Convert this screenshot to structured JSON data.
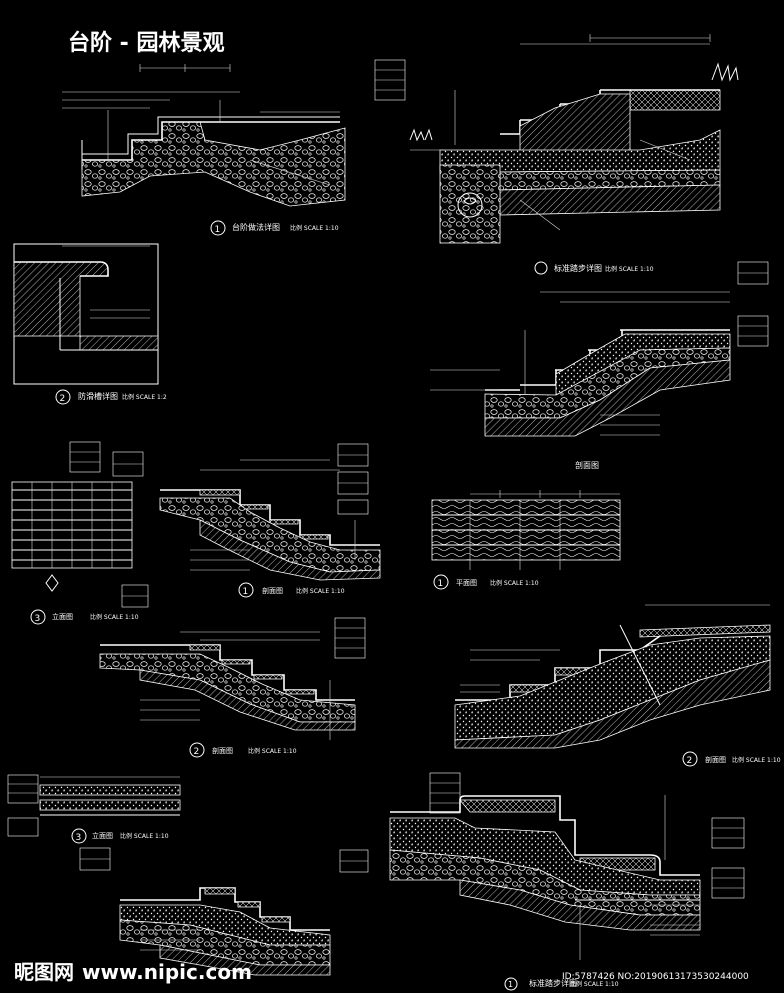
{
  "title": "台阶 - 园林景观",
  "details": [
    {
      "num": "1",
      "label": "台阶做法详图",
      "scale": "比例 SCALE 1:10"
    },
    {
      "num": "",
      "label": "标准踏步详图",
      "scale": "比例 SCALE 1:10"
    },
    {
      "num": "2",
      "label": "防滑槽详图",
      "scale": "比例 SCALE 1:2"
    },
    {
      "num": "",
      "label": "剖面图",
      "scale": ""
    },
    {
      "num": "1",
      "label": "剖面图",
      "scale": "比例 SCALE 1:10"
    },
    {
      "num": "1",
      "label": "平面图",
      "scale": "比例 SCALE 1:10"
    },
    {
      "num": "3",
      "label": "立面图",
      "scale": "比例 SCALE 1:10"
    },
    {
      "num": "2",
      "label": "剖面图",
      "scale": "比例 SCALE 1:10"
    },
    {
      "num": "2",
      "label": "剖面图",
      "scale": "比例 SCALE 1:10"
    },
    {
      "num": "3",
      "label": "立面图",
      "scale": "比例 SCALE 1:10"
    },
    {
      "num": "1",
      "label": "标准踏步详图",
      "scale": "比例 SCALE 1:10"
    }
  ],
  "watermark": {
    "logo": "昵图网",
    "url": "www.nipic.com",
    "id_text": "ID:5787426 NO:20190613173530244000"
  },
  "colors": {
    "background": "#000000",
    "lines": "#ffffff"
  }
}
